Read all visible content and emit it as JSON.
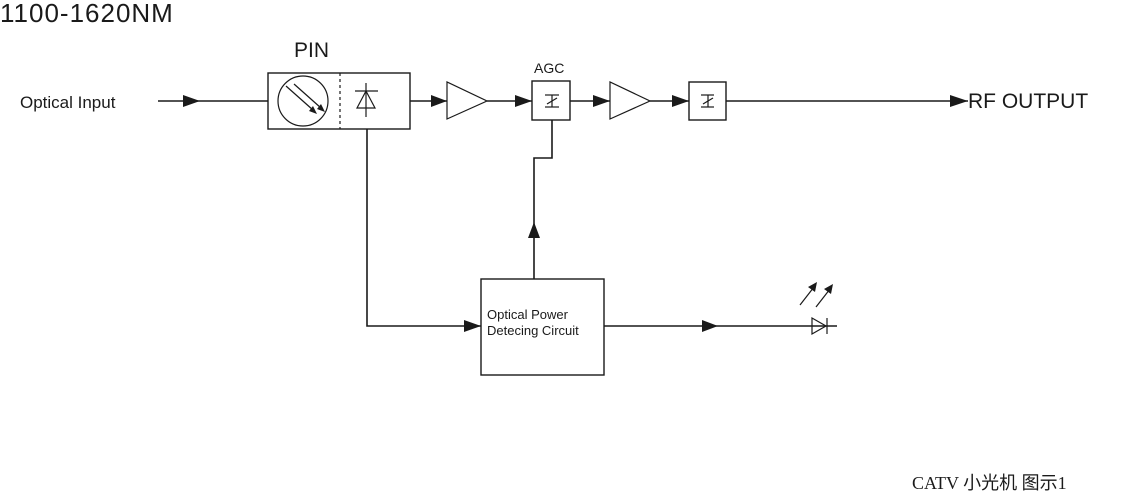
{
  "wavelength_label": "1100-1620NM",
  "pin_label": "PIN",
  "agc_label": "AGC",
  "input_label": "Optical Input",
  "output_label": "RF OUTPUT",
  "detector_label": {
    "line1": "Optical Power",
    "line2": "Detecing Circuit"
  },
  "caption": "CATV 小光机  图示1",
  "colors": {
    "line": "#1a1a1a",
    "background": "#ffffff"
  }
}
